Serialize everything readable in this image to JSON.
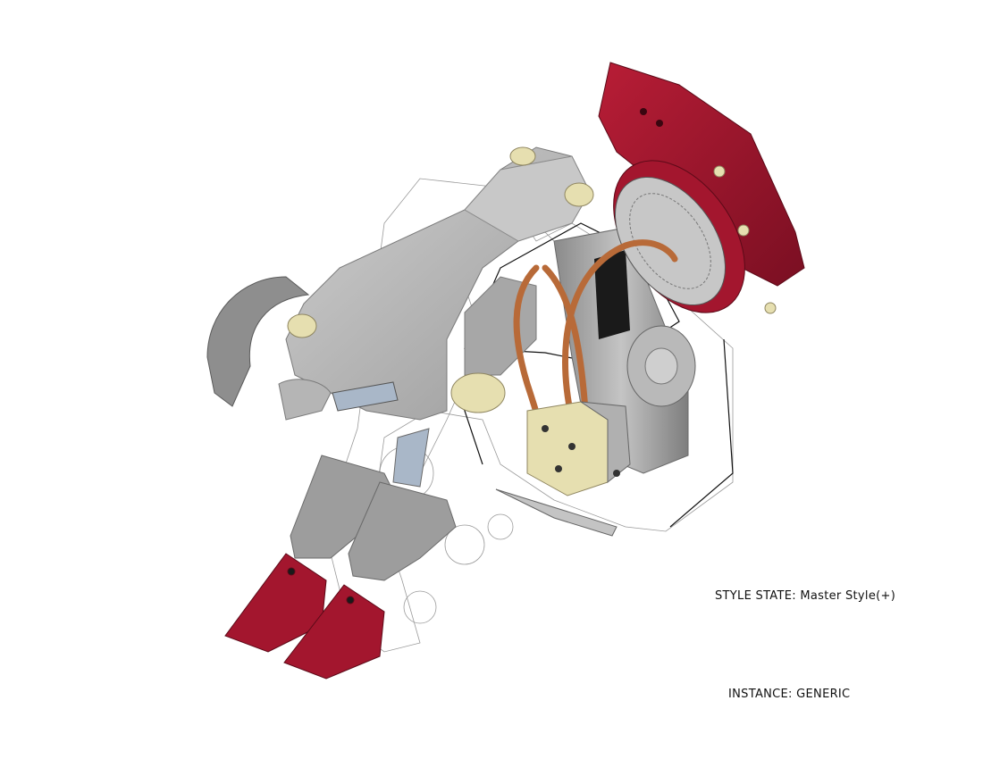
{
  "captions": {
    "style_state": "STYLE STATE: Master Style(+)",
    "instance": "INSTANCE: GENERIC"
  },
  "colors": {
    "background": "#ffffff",
    "body_gray": "#b9b9b9",
    "body_gray_dark": "#8f8f8f",
    "rotator_red": "#a3162e",
    "rotator_red_dark": "#7a0f22",
    "hose_copper": "#b86a38",
    "fitting_tan": "#e6dfb0",
    "outline": "#5a5a5a"
  },
  "components": [
    "upper-jaw",
    "crusher-body",
    "pin",
    "rotator-flange",
    "ring-gear",
    "hydraulic-hose",
    "valve-block",
    "cylinder",
    "lower-jaw-teeth",
    "tooth-tips",
    "hidden-frame-outline"
  ]
}
